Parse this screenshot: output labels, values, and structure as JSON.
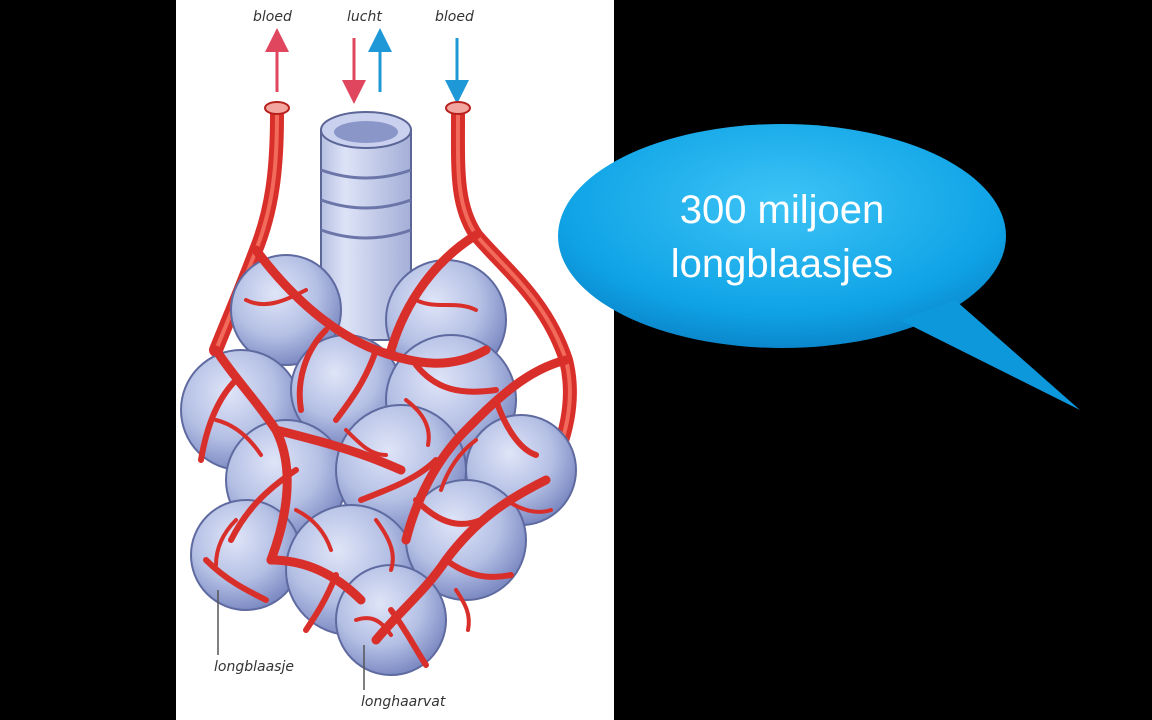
{
  "labels": {
    "blood_left": "bloed",
    "air": "lucht",
    "blood_right": "bloed",
    "alveolus": "longblaasje",
    "capillary": "longhaarvat"
  },
  "callout": {
    "line1": "300 miljoen",
    "line2": "longblaasjes"
  },
  "colors": {
    "background": "#000000",
    "panel": "#ffffff",
    "vessel": "#e0322e",
    "arrow_red": "#e0475f",
    "arrow_blue": "#1e98d6",
    "alveolus_fill": "#b9c3e6",
    "bubble": "#10a9ea"
  }
}
